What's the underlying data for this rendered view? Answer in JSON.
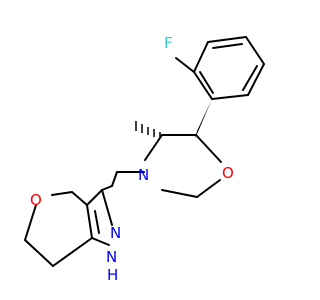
{
  "molecule": {
    "colors": {
      "bond": "#000000",
      "oxygen": "#ff0000",
      "nitrogen": "#0000ff",
      "fluorine": "#33cccc",
      "background": "#ffffff"
    },
    "atoms": {
      "fluorine": "F",
      "morpholine_oxygen": "O",
      "morpholine_nitrogen": "N",
      "pyran_oxygen": "O",
      "pyrazole_nitrogen": "N",
      "pyrazole_nh": "N",
      "pyrazole_nh_hydrogen": "H"
    }
  }
}
